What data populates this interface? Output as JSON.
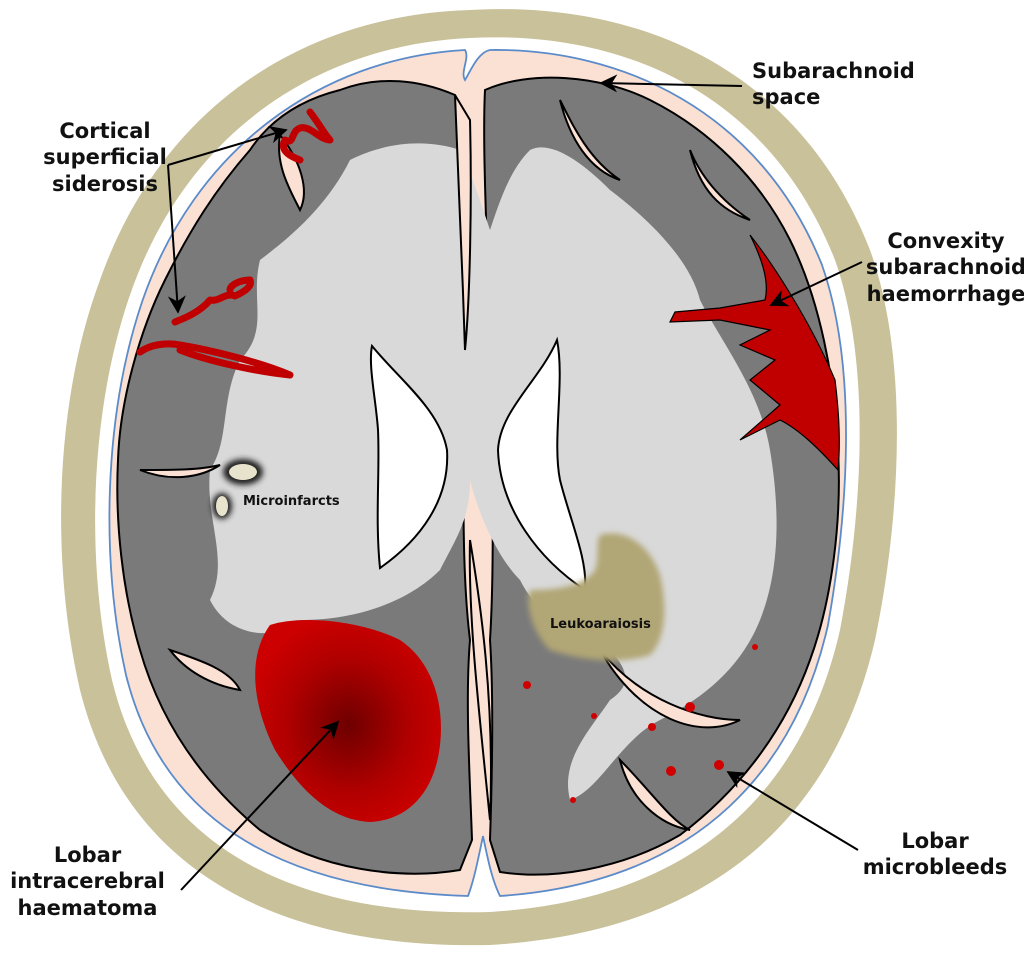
{
  "figure": {
    "title": "Axial brain section: spectrum of cerebral amyloid angiopathy lesions",
    "colors": {
      "skull": "#c9c19a",
      "csf": "#fbe0d4",
      "pia_line": "#5b8bc9",
      "grey_matter": "#7a7a7a",
      "white_matter": "#d9d9d9",
      "ventricle": "#ffffff",
      "blood": "#c00000",
      "blood_dark": "#7a0000",
      "leukoaraiosis": "#b1a675",
      "microinfarct": "#e8e3cc",
      "outline": "#000000"
    }
  },
  "labels": {
    "cortical_superficial_siderosis": [
      "Cortical",
      "superficial",
      "siderosis"
    ],
    "subarachnoid_space": [
      "Subarachnoid",
      "space"
    ],
    "convexity_sah": [
      "Convexity",
      "subarachnoid",
      "haemorrhage"
    ],
    "microinfarcts": "Microinfarcts",
    "leukoaraiosis": "Leukoaraiosis",
    "lobar_ich": [
      "Lobar",
      "intracerebral",
      "haematoma"
    ],
    "lobar_microbleeds": [
      "Lobar",
      "microbleeds"
    ]
  }
}
